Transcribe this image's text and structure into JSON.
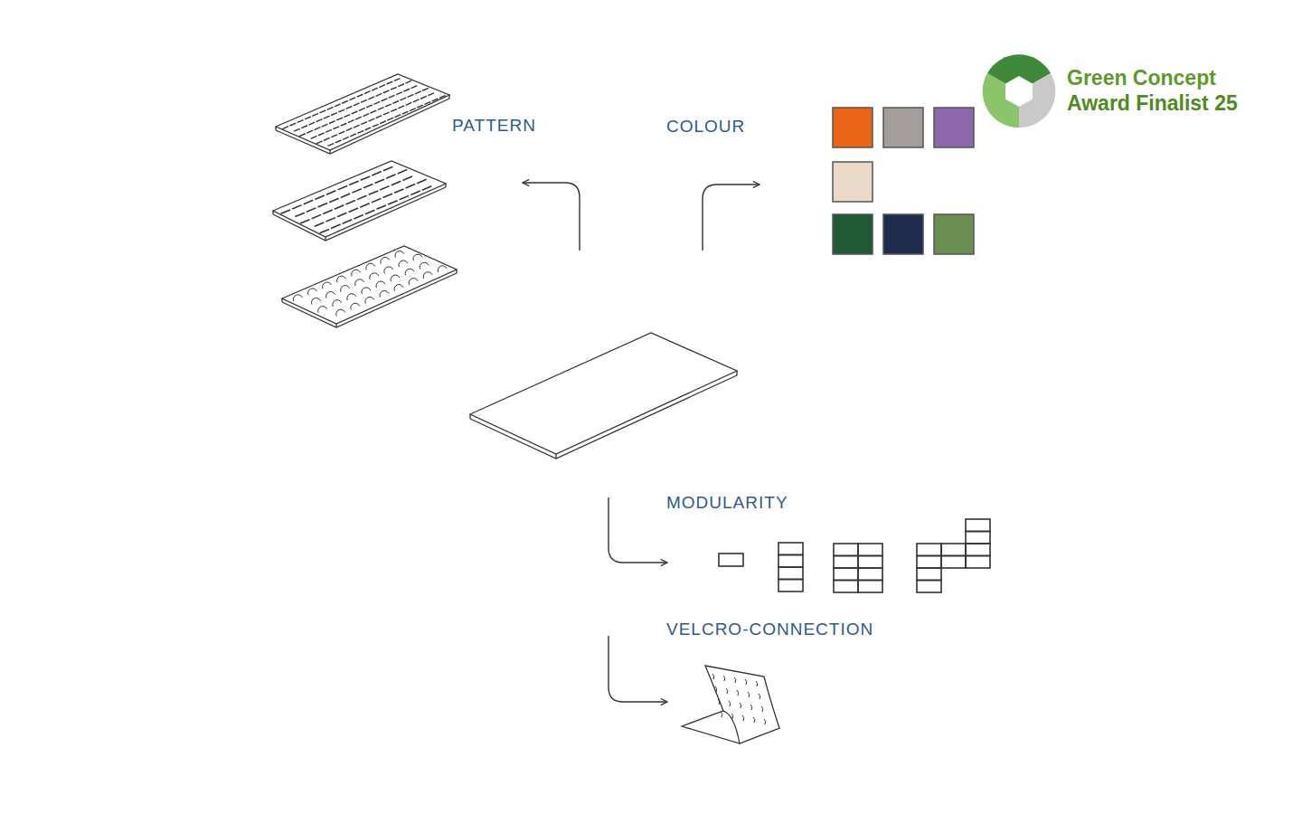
{
  "diagram": {
    "labels": [
      "PATTERN",
      "COLOUR",
      "MODULARITY",
      "VELCRO-CONNECTION",
      "Green Concept",
      "Award Finalist 25"
    ]
  }
}
